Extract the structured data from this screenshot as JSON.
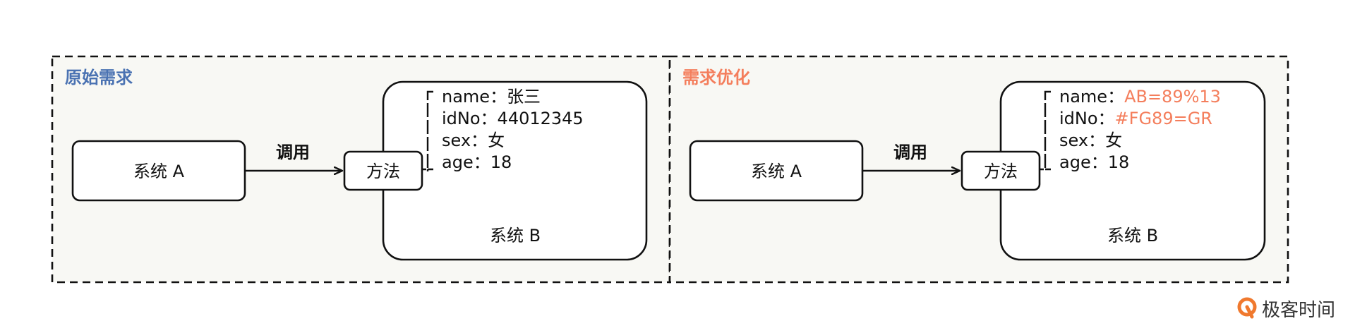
{
  "colors": {
    "panel_fill": "#f8f8f4",
    "stroke": "#111111",
    "title_left": "#4a72b2",
    "title_right": "#f47e5c",
    "highlight": "#f47e5c",
    "logo_orange": "#f0792e"
  },
  "panels": [
    {
      "title": "原始需求",
      "system_a": "系统 A",
      "call_label": "调用",
      "method": "方法",
      "system_b": "系统 B",
      "fields": [
        {
          "key": "name：",
          "value": "张三",
          "highlight": false
        },
        {
          "key": "idNo：",
          "value": "44012345",
          "highlight": false
        },
        {
          "key": "sex：",
          "value": "女",
          "highlight": false
        },
        {
          "key": "age：",
          "value": "18",
          "highlight": false
        }
      ]
    },
    {
      "title": "需求优化",
      "system_a": "系统 A",
      "call_label": "调用",
      "method": "方法",
      "system_b": "系统 B",
      "fields": [
        {
          "key": "name：",
          "value": "AB=89%13",
          "highlight": true
        },
        {
          "key": "idNo：",
          "value": "#FG89=GR",
          "highlight": true
        },
        {
          "key": "sex：",
          "value": "女",
          "highlight": false
        },
        {
          "key": "age：",
          "value": "18",
          "highlight": false
        }
      ]
    }
  ],
  "watermark": {
    "text": "极客时间",
    "icon": "geektime-logo-icon"
  }
}
